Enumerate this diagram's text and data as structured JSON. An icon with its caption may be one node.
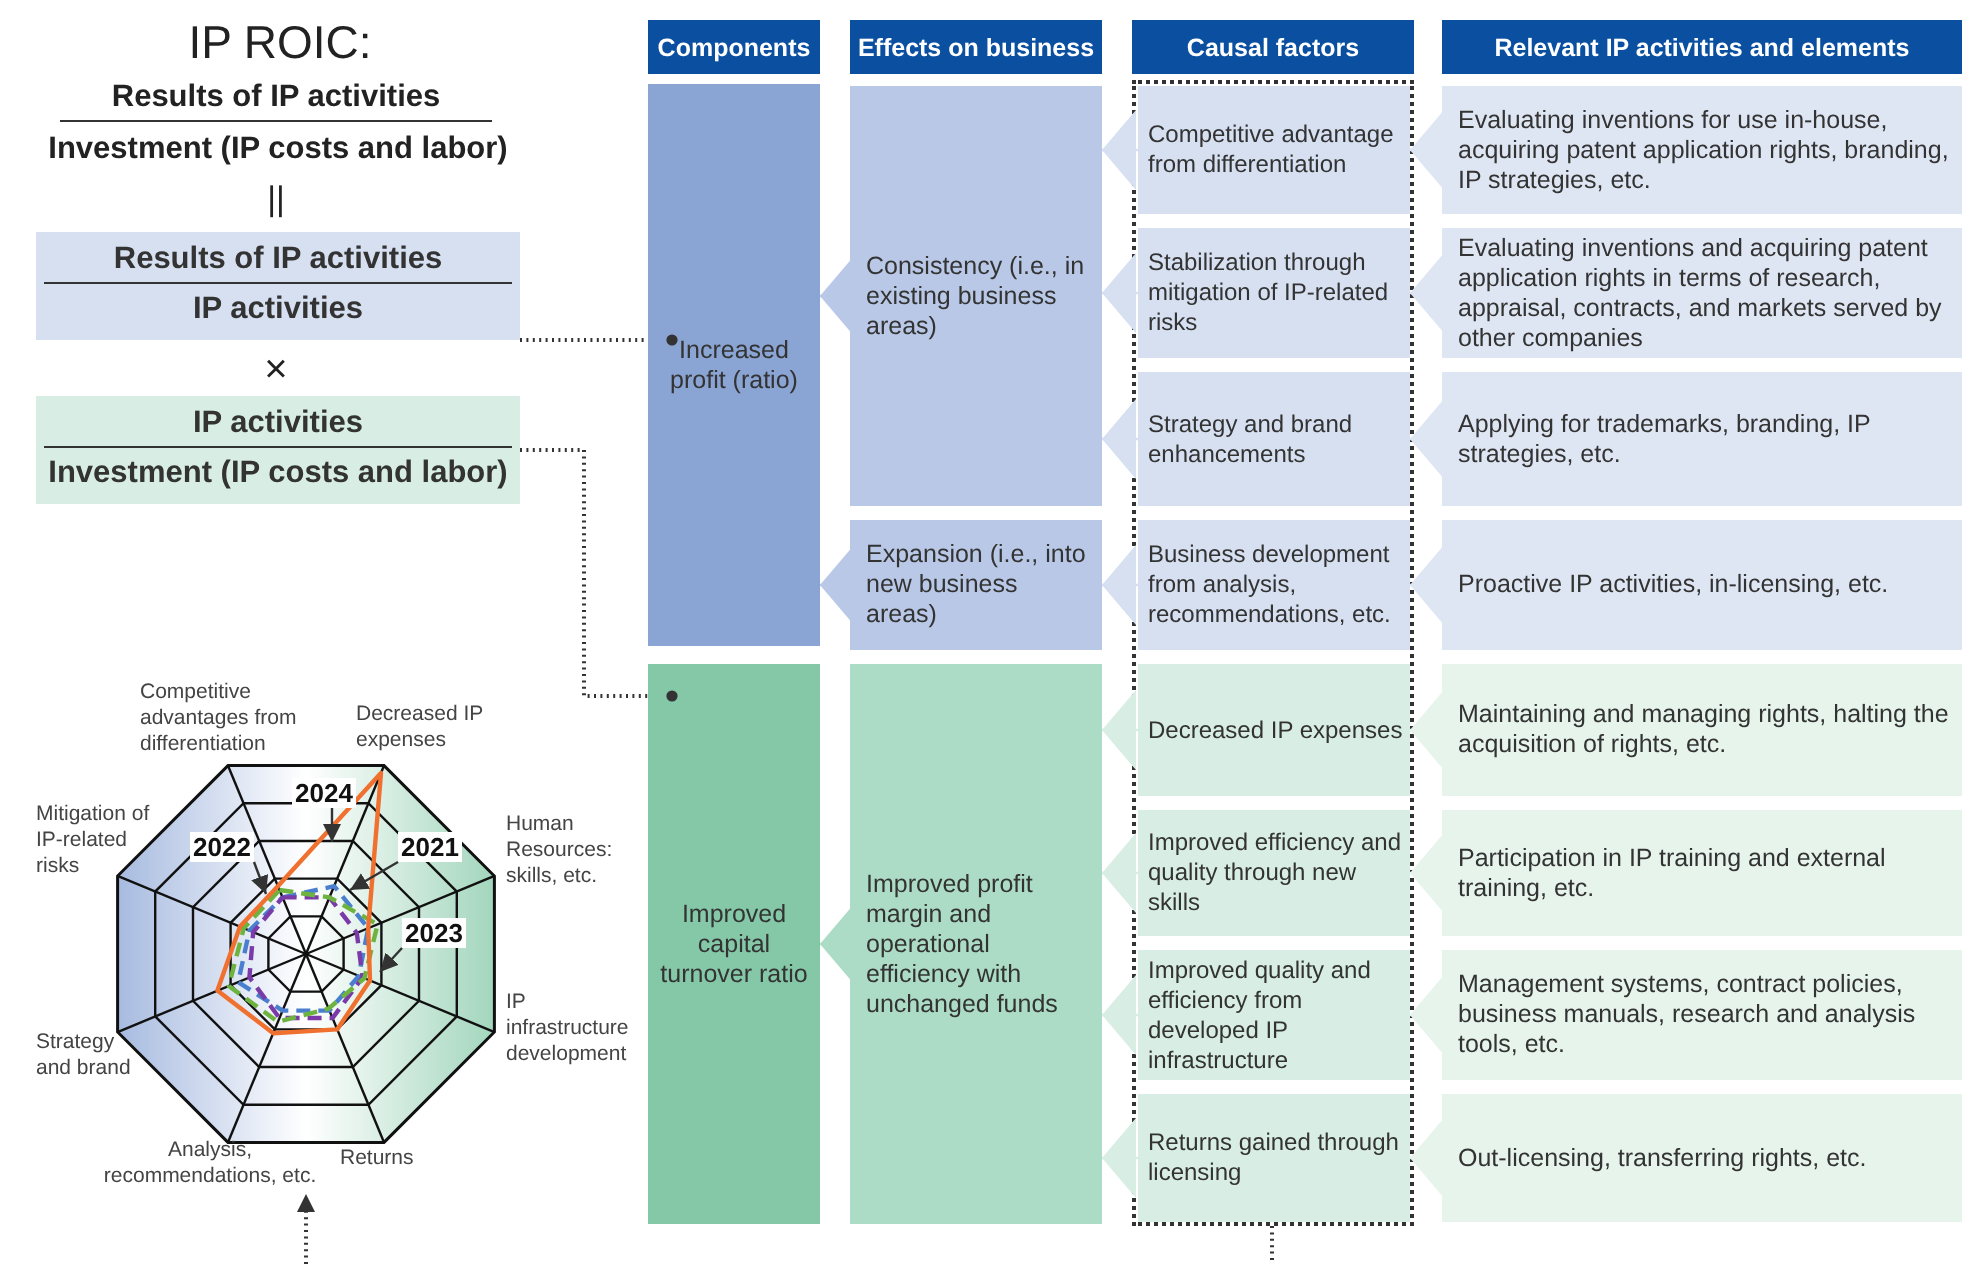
{
  "diagram": {
    "title": "IP ROIC:",
    "nodes": [
      {
        "text": [
          "Results of IP activities",
          "IP activities"
        ]
      },
      {
        "text": [
          "IP activities",
          "Investment (IP costs and labor)"
        ]
      },
      {
        "text": [
          "Components"
        ]
      },
      {
        "text": [
          "Effects on business"
        ]
      },
      {
        "text": [
          "Causal factors"
        ]
      },
      {
        "text": [
          "Relevant IP activities and elements"
        ]
      },
      {
        "text": [
          "Increased profit (ratio)"
        ]
      },
      {
        "text": [
          "Consistency (i.e., in existing business areas)"
        ]
      },
      {
        "text": [
          "Expansion (i.e., into new business areas)"
        ]
      },
      {
        "text": [
          "Improved capital turnover ratio"
        ]
      },
      {
        "text": [
          "Improved profit margin and operational efficiency with unchanged funds"
        ]
      },
      {
        "text": [],
        "shape": "box"
      },
      {
        "text": [
          "Competitive advantage from differentiation"
        ],
        "in": 11
      },
      {
        "text": [
          "Stabilization through mitigation of IP-related risks"
        ],
        "in": 11
      },
      {
        "text": [
          "Strategy and brand enhancements"
        ],
        "in": 11
      },
      {
        "text": [
          "Business development from analysis, recommendations, etc."
        ],
        "in": 11
      },
      {
        "text": [
          "Decreased IP expenses"
        ],
        "in": 11
      },
      {
        "text": [
          "Improved efficiency and quality through new skills"
        ],
        "in": 11
      },
      {
        "text": [
          "Improved quality and efficiency from developed IP infrastructure"
        ],
        "in": 11
      },
      {
        "text": [
          "Returns gained through licensing"
        ],
        "in": 11
      },
      {
        "text": [
          "Evaluating inventions for use in-house, acquiring patent application rights, branding, IP strategies, etc."
        ]
      },
      {
        "text": [
          "Evaluating inventions and acquiring patent application rights in terms of research, appraisal, contracts, and markets served by other companies"
        ]
      },
      {
        "text": [
          "Applying for trademarks, branding, IP strategies, etc."
        ]
      },
      {
        "text": [
          "Proactive IP activities, in-licensing, etc."
        ]
      },
      {
        "text": [
          "Maintaining and managing rights, halting the acquisition of rights, etc."
        ]
      },
      {
        "text": [
          "Participation in IP training and external training, etc."
        ]
      },
      {
        "text": [
          "Management systems, contract policies, business manuals, research and analysis tools, etc."
        ]
      },
      {
        "text": [
          "Out-licensing, transferring rights, etc."
        ]
      },
      {
        "text": [],
        "shape": "picture"
      },
      {
        "text": [
          "2024"
        ],
        "in": 28
      },
      {
        "text": [
          "2022"
        ],
        "in": 28
      },
      {
        "text": [
          "2021"
        ],
        "in": 28
      },
      {
        "text": [
          "2023"
        ],
        "in": 28
      }
    ],
    "edges": [
      {
        "from": 0,
        "to": 6,
        "arrow": "other",
        "style": "dashed"
      },
      {
        "from": 1,
        "to": 9,
        "arrow": "other",
        "style": "dashed"
      },
      {
        "from": 11,
        "to": null,
        "arrow": "none",
        "style": "dashed"
      },
      {
        "from": null,
        "to": 28,
        "arrow": "to",
        "style": "dashed"
      },
      {
        "from": 20,
        "to": 12,
        "arrow": "to",
        "color": "#dfe6f3"
      },
      {
        "from": 21,
        "to": 13,
        "arrow": "to",
        "color": "#dfe6f3"
      },
      {
        "from": 22,
        "to": 14,
        "arrow": "to",
        "color": "#dfe6f3"
      },
      {
        "from": 23,
        "to": 15,
        "arrow": "to",
        "color": "#dfe6f3"
      },
      {
        "from": 24,
        "to": 16,
        "arrow": "to",
        "color": "#e6f4ec"
      },
      {
        "from": 25,
        "to": 17,
        "arrow": "to",
        "color": "#e6f4ec"
      },
      {
        "from": 26,
        "to": 18,
        "arrow": "to",
        "color": "#e6f4ec"
      },
      {
        "from": 27,
        "to": 19,
        "arrow": "to",
        "color": "#e6f4ec"
      },
      {
        "from": 12,
        "to": 7,
        "arrow": "to",
        "color": "#d6e0f1"
      },
      {
        "from": 13,
        "to": 7,
        "arrow": "to",
        "color": "#d6e0f1"
      },
      {
        "from": 14,
        "to": 7,
        "arrow": "to",
        "color": "#d6e0f1"
      },
      {
        "from": 15,
        "to": 8,
        "arrow": "to",
        "color": "#d6e0f1"
      },
      {
        "from": 16,
        "to": 10,
        "arrow": "to",
        "color": "#d8eee4"
      },
      {
        "from": 17,
        "to": 10,
        "arrow": "to",
        "color": "#d8eee4"
      },
      {
        "from": 18,
        "to": 10,
        "arrow": "to",
        "color": "#d8eee4"
      },
      {
        "from": 19,
        "to": 10,
        "arrow": "to",
        "color": "#d8eee4"
      },
      {
        "from": 7,
        "to": 6,
        "arrow": "to",
        "color": "#b8c8e6"
      },
      {
        "from": 8,
        "to": 6,
        "arrow": "to",
        "color": "#b8c8e6"
      },
      {
        "from": 10,
        "to": 9,
        "arrow": "to",
        "color": "#acdcc6"
      },
      {
        "from": 29,
        "to": null,
        "arrow": "to"
      },
      {
        "from": 30,
        "to": null,
        "arrow": "to"
      },
      {
        "from": 31,
        "to": null,
        "arrow": "to"
      },
      {
        "from": 32,
        "to": null,
        "arrow": "to"
      }
    ],
    "labels": [
      "Results of IP activities",
      "Investment (IP costs and labor)",
      "||",
      "×",
      "Competitive advantages from differentiation",
      "Decreased IP expenses",
      "Human Resources: skills, etc.",
      "IP infrastructure development",
      "Returns",
      "Analysis, recommendations, etc.",
      "Strategy and brand",
      "Mitigation of IP-related risks"
    ]
  }
}
